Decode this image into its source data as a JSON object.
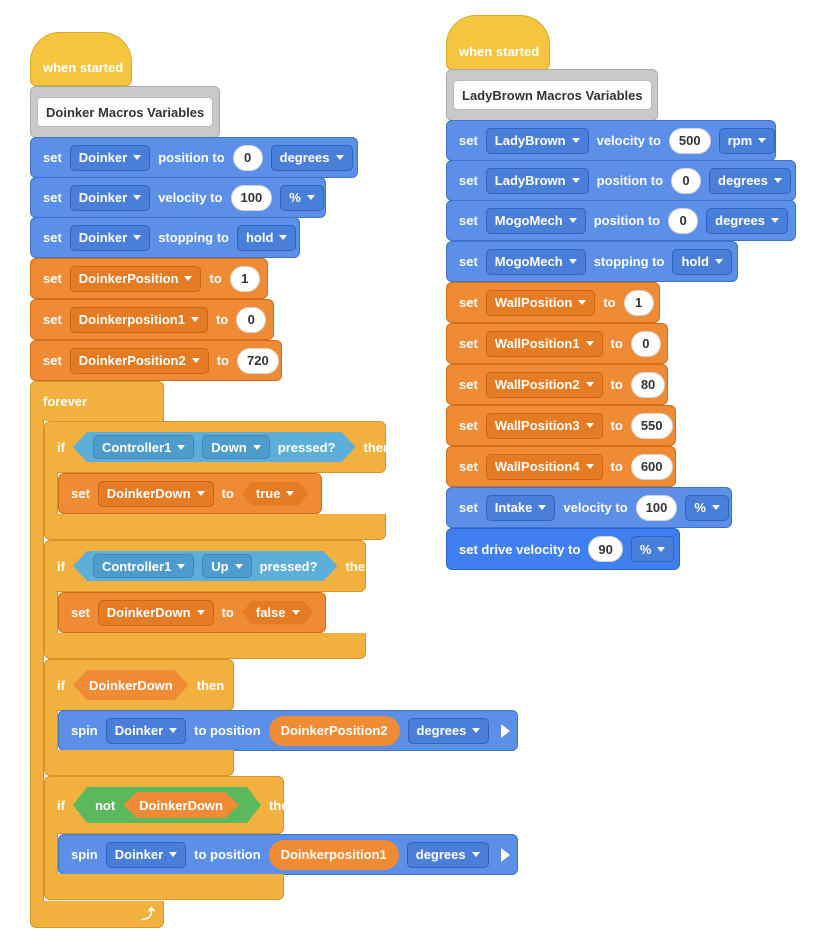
{
  "left_script": {
    "hat_label": "when started",
    "comment": "Doinker Macros Variables",
    "motor_blocks": [
      {
        "set": "set",
        "motor": "Doinker",
        "label": "position to",
        "value": "0",
        "unit": "degrees"
      },
      {
        "set": "set",
        "motor": "Doinker",
        "label": "velocity to",
        "value": "100",
        "unit": "%"
      },
      {
        "set": "set",
        "motor": "Doinker",
        "label": "stopping to",
        "unit": "hold"
      }
    ],
    "variable_blocks": [
      {
        "set": "set",
        "var": "DoinkerPosition",
        "to": "to",
        "value": "1"
      },
      {
        "set": "set",
        "var": "Doinkerposition1",
        "to": "to",
        "value": "0"
      },
      {
        "set": "set",
        "var": "DoinkerPosition2",
        "to": "to",
        "value": "720"
      }
    ],
    "forever_label": "forever",
    "if1": {
      "if": "if",
      "controller": "Controller1",
      "button": "Down",
      "pressed": "pressed?",
      "then": "then",
      "set": "set",
      "var": "DoinkerDown",
      "to": "to",
      "value": "true"
    },
    "if2": {
      "if": "if",
      "controller": "Controller1",
      "button": "Up",
      "pressed": "pressed?",
      "then": "then",
      "set": "set",
      "var": "DoinkerDown",
      "to": "to",
      "value": "false"
    },
    "if3": {
      "if": "if",
      "cond": "DoinkerDown",
      "then": "then",
      "spin": "spin",
      "motor": "Doinker",
      "label": "to position",
      "target": "DoinkerPosition2",
      "unit": "degrees"
    },
    "if4": {
      "if": "if",
      "not": "not",
      "cond": "DoinkerDown",
      "then": "then",
      "spin": "spin",
      "motor": "Doinker",
      "label": "to position",
      "target": "Doinkerposition1",
      "unit": "degrees"
    },
    "loop_icon": "⤴"
  },
  "right_script": {
    "hat_label": "when started",
    "comment": "LadyBrown Macros Variables",
    "motor_blocks": [
      {
        "set": "set",
        "motor": "LadyBrown",
        "label": "velocity to",
        "value": "500",
        "unit": "rpm"
      },
      {
        "set": "set",
        "motor": "LadyBrown",
        "label": "position to",
        "value": "0",
        "unit": "degrees"
      },
      {
        "set": "set",
        "motor": "MogoMech",
        "label": "position to",
        "value": "0",
        "unit": "degrees"
      },
      {
        "set": "set",
        "motor": "MogoMech",
        "label": "stopping to",
        "unit": "hold"
      }
    ],
    "variable_blocks": [
      {
        "set": "set",
        "var": "WallPosition",
        "to": "to",
        "value": "1"
      },
      {
        "set": "set",
        "var": "WallPosition1",
        "to": "to",
        "value": "0"
      },
      {
        "set": "set",
        "var": "WallPosition2",
        "to": "to",
        "value": "80"
      },
      {
        "set": "set",
        "var": "WallPosition3",
        "to": "to",
        "value": "550"
      },
      {
        "set": "set",
        "var": "WallPosition4",
        "to": "to",
        "value": "600"
      }
    ],
    "intake": {
      "set": "set",
      "motor": "Intake",
      "label": "velocity to",
      "value": "100",
      "unit": "%"
    },
    "drive": {
      "label": "set drive velocity to",
      "value": "90",
      "unit": "%"
    }
  },
  "colors": {
    "event": "#f5c53f",
    "motion": "#5b8fe8",
    "variables": "#ef8b34",
    "control": "#f2b13f",
    "sensing": "#5dafd9",
    "operators": "#5cb85c",
    "comment": "#c8c9cb"
  }
}
